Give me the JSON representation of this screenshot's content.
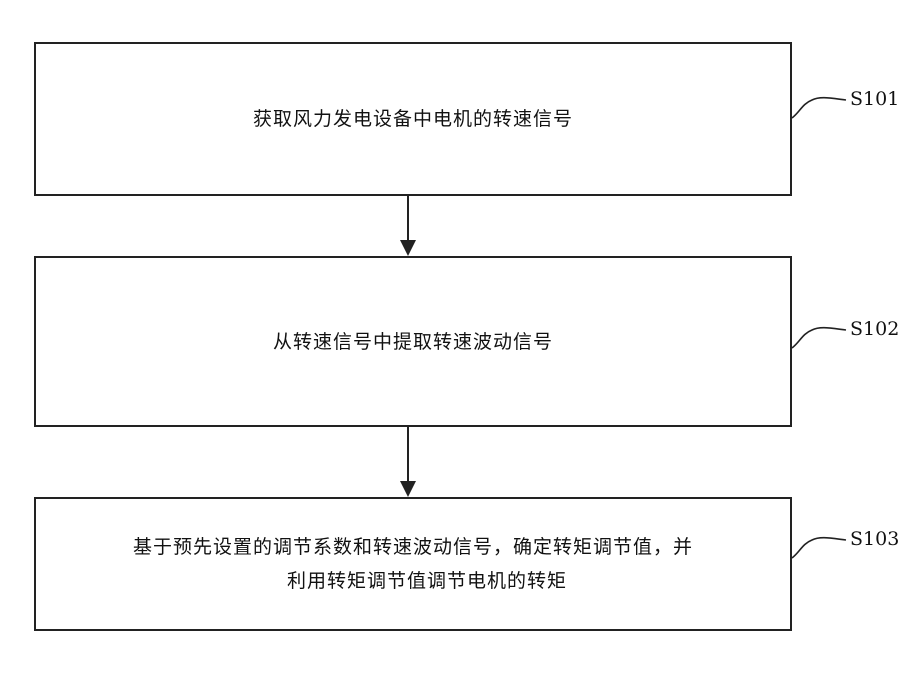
{
  "steps": [
    {
      "id": "S101",
      "text": "获取风力发电设备中电机的转速信号"
    },
    {
      "id": "S102",
      "text": "从转速信号中提取转速波动信号"
    },
    {
      "id": "S103",
      "text_line1": "基于预先设置的调节系数和转速波动信号，确定转矩调节值，并",
      "text_line2": "利用转矩调节值调节电机的转矩"
    }
  ]
}
